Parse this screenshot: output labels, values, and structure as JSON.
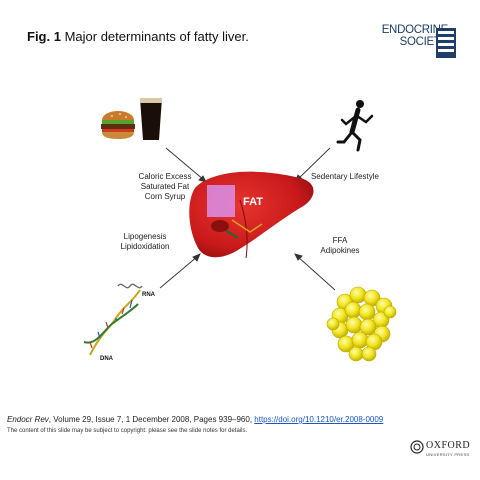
{
  "figure": {
    "number": "Fig. 1",
    "title": "Major determinants of fatty liver."
  },
  "logo": {
    "line1": "ENDOCRINE",
    "line2": "SOCIETY"
  },
  "labels": {
    "diet": [
      "Caloric Excess",
      "Saturated Fat",
      "Corn Syrup"
    ],
    "lifestyle": "Sedentary Lifestyle",
    "lipo": [
      "Lipogenesis",
      "Lipidoxidation"
    ],
    "ffa": [
      "FFA",
      "Adipokines"
    ],
    "fat": "FAT",
    "rna": "RNA",
    "dna": "DNA"
  },
  "footer": {
    "journal": "Endocr Rev",
    "citation": ", Volume 29, Issue 7, 1 December 2008, Pages 939–960, ",
    "doi": "https://doi.org/10.1210/er.2008-0009",
    "copyright": "The content of this slide may be subject to copyright: please see the slide notes for details."
  },
  "oxford": {
    "name": "OXFORD",
    "press": "UNIVERSITY PRESS"
  },
  "colors": {
    "liver": "#c8191b",
    "fat_patch": "#d98be0",
    "adipose": "#f2e61c",
    "logo_blue": "#1f3f6b",
    "link": "#1a56c4"
  }
}
